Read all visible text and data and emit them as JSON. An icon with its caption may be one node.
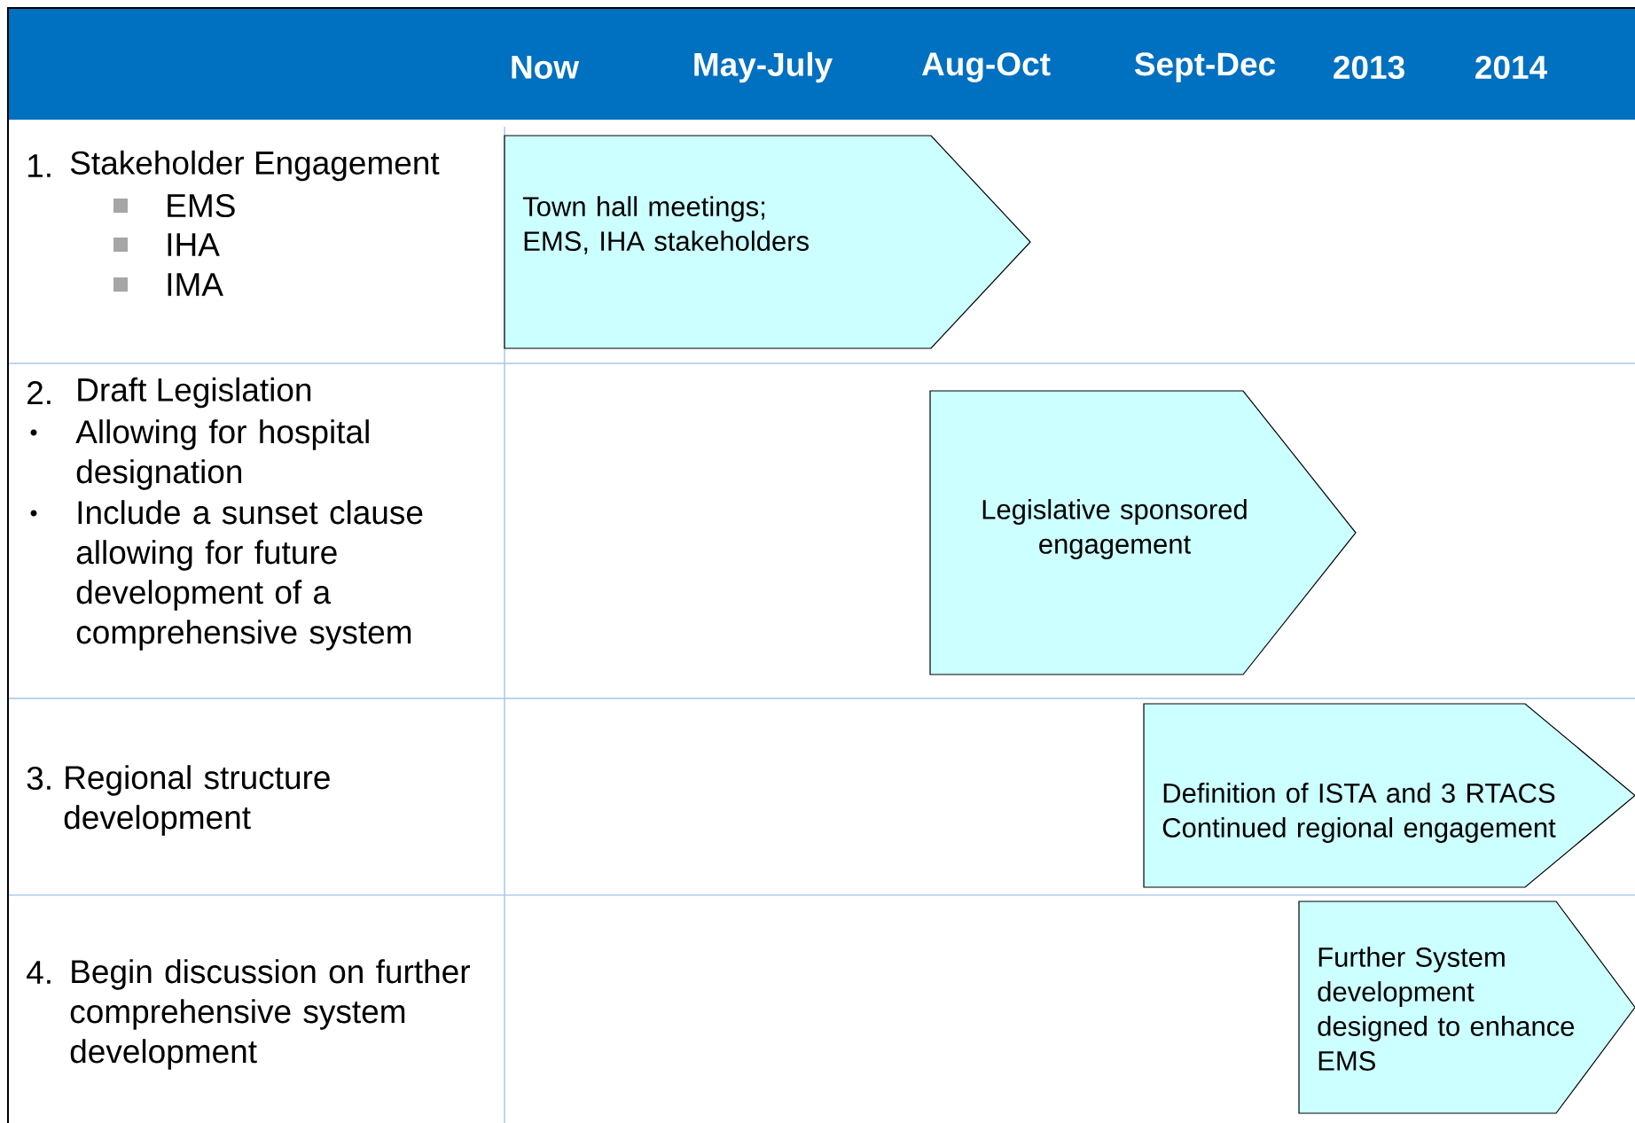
{
  "diagram": {
    "nodes": [
      {
        "text": [
          "Town hall meetings; EMS, IHA stakeholders"
        ]
      },
      {
        "text": [
          "Legislative sponsored engagement"
        ]
      },
      {
        "text": [
          "Definition of ISTA and 3 RTACS Continued regional engagement"
        ]
      },
      {
        "text": [
          "Further System development designed to enhance EMS"
        ]
      }
    ],
    "labels": [
      "Now",
      "May-July",
      "Aug-Oct",
      "Sept-Dec",
      "2013",
      "2014",
      "1.",
      "Stakeholder Engagement",
      "EMS",
      "IHA",
      "IMA",
      "2.",
      "Draft Legislation",
      "Allowing for hospital designation",
      "Include a sunset clause allowing for future development of a comprehensive system",
      "3.",
      "Regional structure development",
      "4.",
      "Begin discussion on further comprehensive system development"
    ]
  }
}
